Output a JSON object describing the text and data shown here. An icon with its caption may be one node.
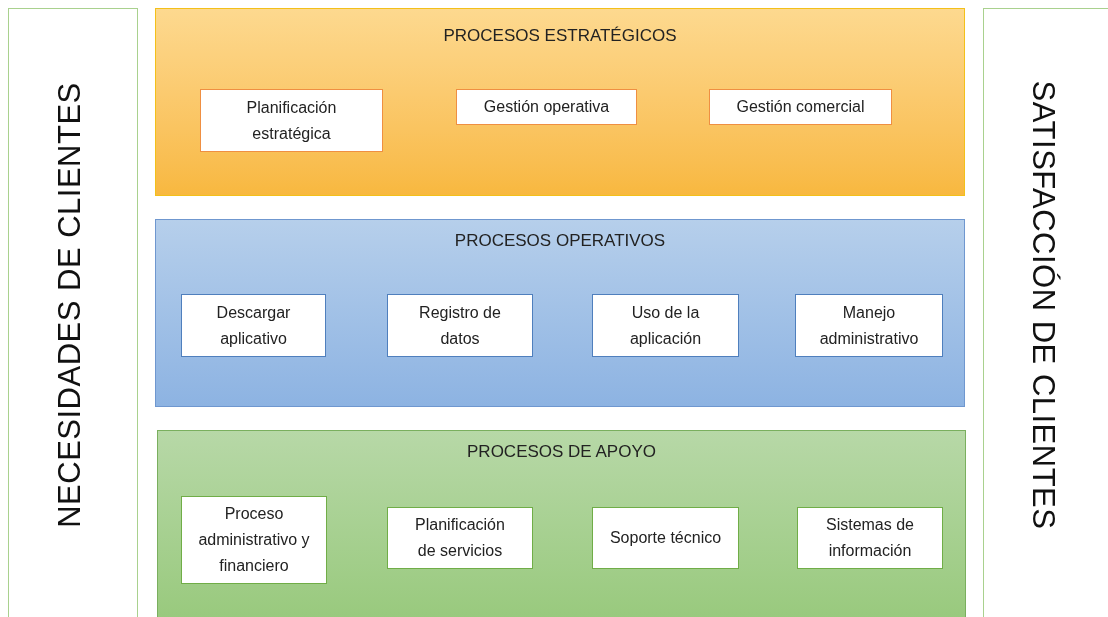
{
  "diagram": {
    "nodes": [
      {
        "text": [
          "NECESIDADES DE CLIENTES"
        ]
      },
      {
        "text": [
          "PROCESOS ESTRATÉGICOS"
        ]
      },
      {
        "text": [
          "Planificación estratégica"
        ],
        "in": 1
      },
      {
        "text": [
          "Gestión operativa"
        ],
        "in": 1
      },
      {
        "text": [
          "Gestión comercial"
        ],
        "in": 1
      },
      {
        "text": [
          "PROCESOS OPERATIVOS"
        ]
      },
      {
        "text": [
          "Descargar aplicativo"
        ],
        "in": 5
      },
      {
        "text": [
          "Registro de datos"
        ],
        "in": 5
      },
      {
        "text": [
          "Uso de la aplicación"
        ],
        "in": 5
      },
      {
        "text": [
          "Manejo administrativo"
        ],
        "in": 5
      },
      {
        "text": [
          "PROCESOS DE APOYO"
        ]
      },
      {
        "text": [
          "Proceso administrativo y financiero"
        ],
        "in": 10
      },
      {
        "text": [
          "Planificación de servicios"
        ],
        "in": 10
      },
      {
        "text": [
          "Soporte técnico"
        ],
        "in": 10
      },
      {
        "text": [
          "Sistemas de información"
        ],
        "in": 10
      },
      {
        "text": [
          "SATISFACCIÓN DE CLIENTES"
        ]
      }
    ]
  }
}
